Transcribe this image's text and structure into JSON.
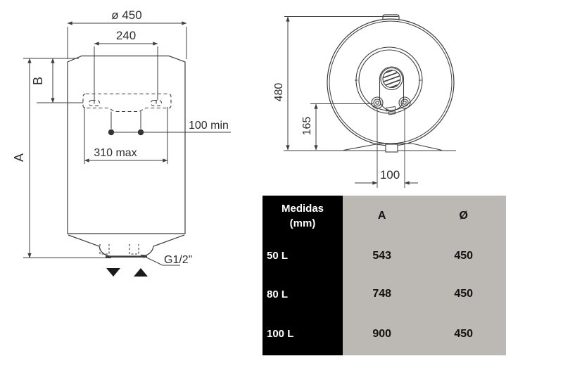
{
  "front_view": {
    "dims": {
      "diameter": "ø 450",
      "bracket_holes_width": "240",
      "dim_b": "B",
      "dim_a": "A",
      "wall_clearance": "100 min",
      "bracket_max_width": "310 max",
      "pipe_thread": "G1/2”"
    },
    "icons": {
      "outlet_arrow": "down-triangle",
      "inlet_arrow": "up-triangle"
    }
  },
  "side_view": {
    "dims": {
      "total_height": "480",
      "pipe_offset": "165",
      "pipe_spacing": "100"
    }
  },
  "table": {
    "header_col": {
      "line1": "Medidas",
      "line2": "(mm)"
    },
    "columns": [
      "A",
      "Ø"
    ],
    "rows": [
      {
        "label": "50 L",
        "a": "543",
        "d": "450"
      },
      {
        "label": "80 L",
        "a": "748",
        "d": "450"
      },
      {
        "label": "100 L",
        "a": "900",
        "d": "450"
      }
    ],
    "colors": {
      "header_bg": "#000000",
      "header_text": "#ffffff",
      "body_bg": "#bcb9b4",
      "body_text": "#111111"
    }
  },
  "drawing_style": {
    "line_color": "#3d3d3d",
    "text_color": "#2e2e2e",
    "background": "#ffffff"
  }
}
